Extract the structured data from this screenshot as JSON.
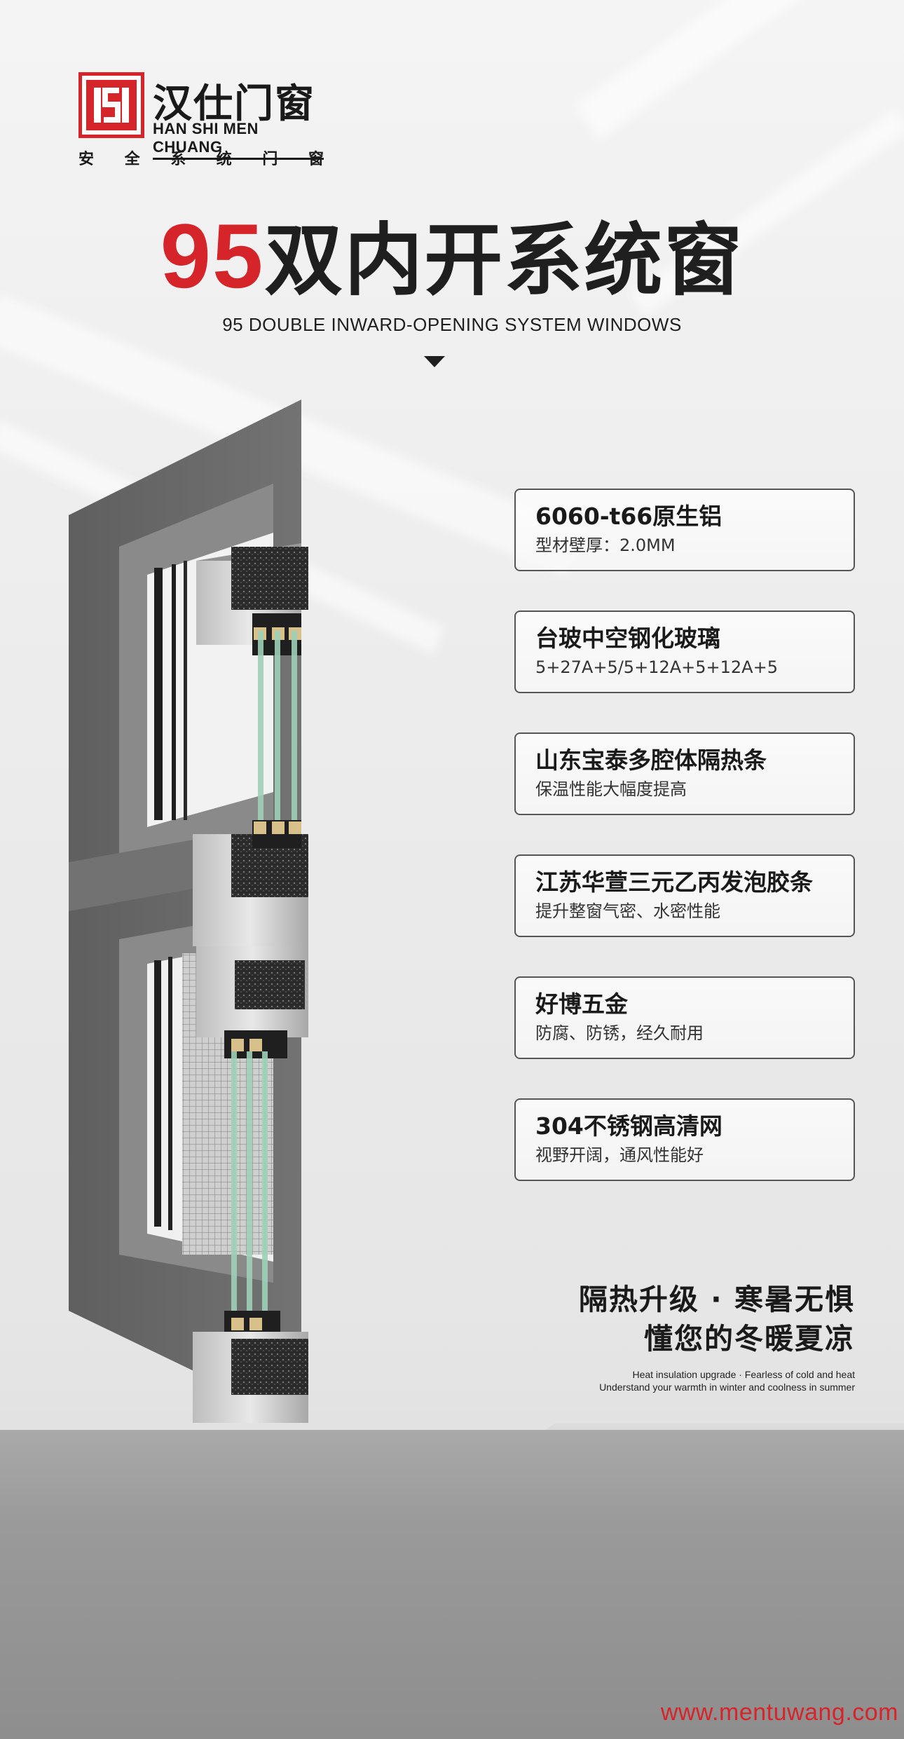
{
  "brand": {
    "name_cn": "汉仕门窗",
    "name_en": "HAN SHI MEN CHUANG",
    "tagline_chars": [
      "安",
      "全",
      "系",
      "统",
      "门",
      "窗"
    ],
    "logo_glyph": "S",
    "brand_color": "#d5242a"
  },
  "headline": {
    "number": "95",
    "text": "双内开系统窗",
    "subtitle": "95 DOUBLE INWARD-OPENING SYSTEM WINDOWS"
  },
  "features": [
    {
      "title": "6060-t66原生铝",
      "desc": "型材壁厚：2.0MM"
    },
    {
      "title": "台玻中空钢化玻璃",
      "desc": "5+27A+5/5+12A+5+12A+5"
    },
    {
      "title": "山东宝泰多腔体隔热条",
      "desc": "保温性能大幅度提高"
    },
    {
      "title": "江苏华萱三元乙丙发泡胶条",
      "desc": "提升整窗气密、水密性能"
    },
    {
      "title": "好博五金",
      "desc": "防腐、防锈，经久耐用"
    },
    {
      "title": "304不锈钢高清网",
      "desc": "视野开阔，通风性能好"
    }
  ],
  "slogan": {
    "line1": "隔热升级 · 寒暑无惧",
    "line2": "懂您的冬暖夏凉",
    "en_line1": "Heat insulation upgrade  ·  Fearless of cold and heat",
    "en_line2": "Understand your warmth in winter and coolness in summer"
  },
  "watermark": "www.mentuwang.com",
  "colors": {
    "accent": "#d5242a",
    "frame": "#6a6a6a",
    "glass": "#9ccfb8"
  }
}
